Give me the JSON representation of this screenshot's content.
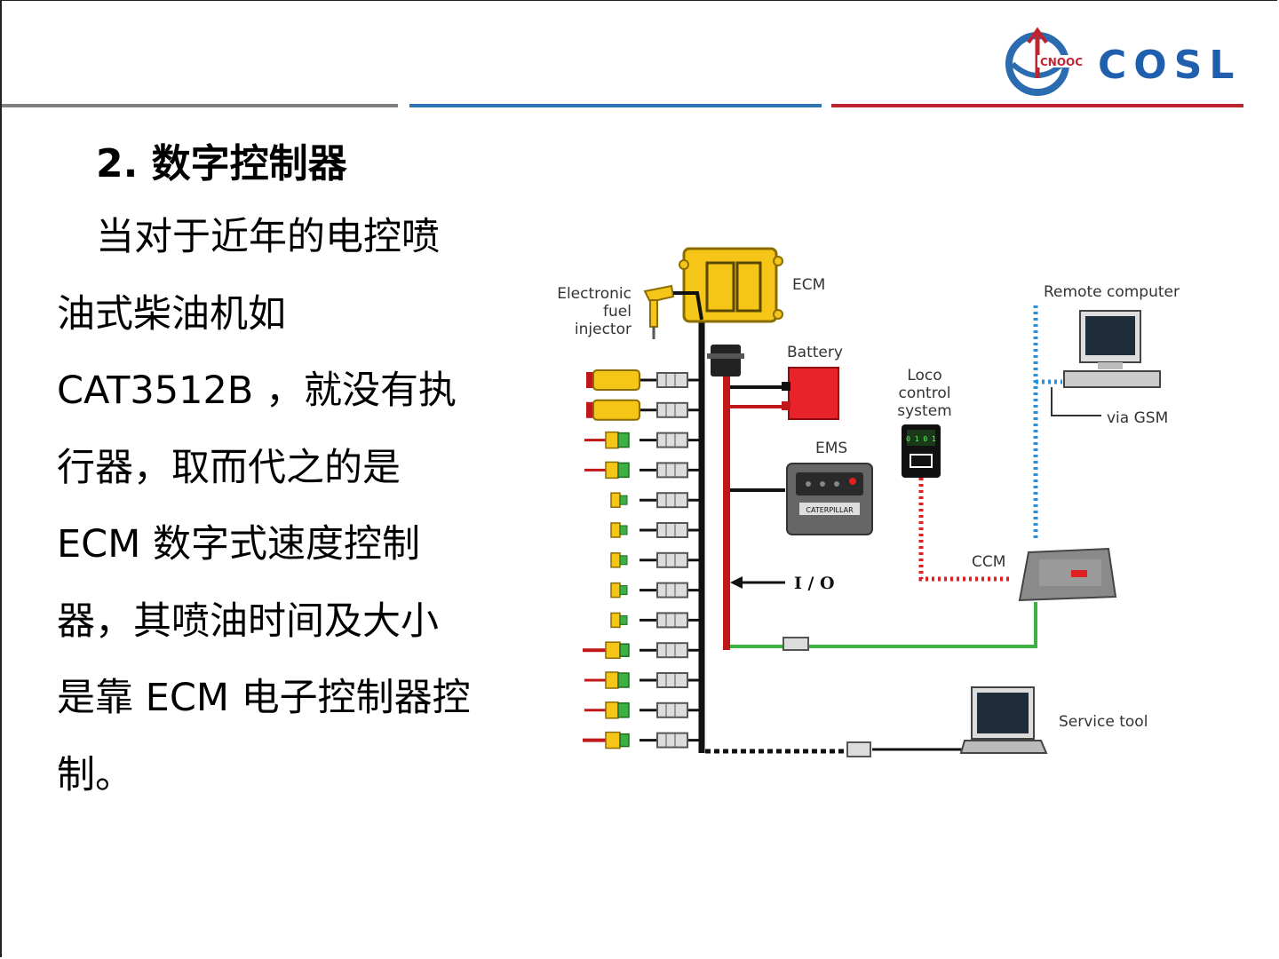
{
  "header": {
    "logo_text": "COSL",
    "logo_emblem_text": "CNOOC",
    "line_colors": [
      "#808080",
      "#2e75b6",
      "#c0242f"
    ]
  },
  "slide": {
    "title": "2. 数字控制器",
    "body_lines": [
      "当对于近年的电控喷",
      "油式柴油机如",
      "CAT3512B ，就没有执",
      "行器，取而代之的是",
      "ECM 数字式速度控制",
      "器，其喷油时间及大小",
      "是靠 ECM 电子控制器控",
      "制。"
    ]
  },
  "diagram": {
    "labels": {
      "ecm": "ECM",
      "injector_1": "Electronic",
      "injector_2": "fuel",
      "injector_3": "injector",
      "battery": "Battery",
      "ems": "EMS",
      "loco_1": "Loco",
      "loco_2": "control",
      "loco_3": "system",
      "remote": "Remote computer",
      "gsm": "via GSM",
      "ccm": "CCM",
      "io": "I / O",
      "service": "Service tool",
      "ems_brand": "CATERPILLAR"
    },
    "colors": {
      "ecm_yellow": "#f5c518",
      "battery_red": "#e8242a",
      "harness_red": "#c01818",
      "link_green": "#3cb043",
      "link_blue": "#2b8fd6",
      "link_red_dotted": "#e02020",
      "harness_black": "#111111"
    }
  }
}
